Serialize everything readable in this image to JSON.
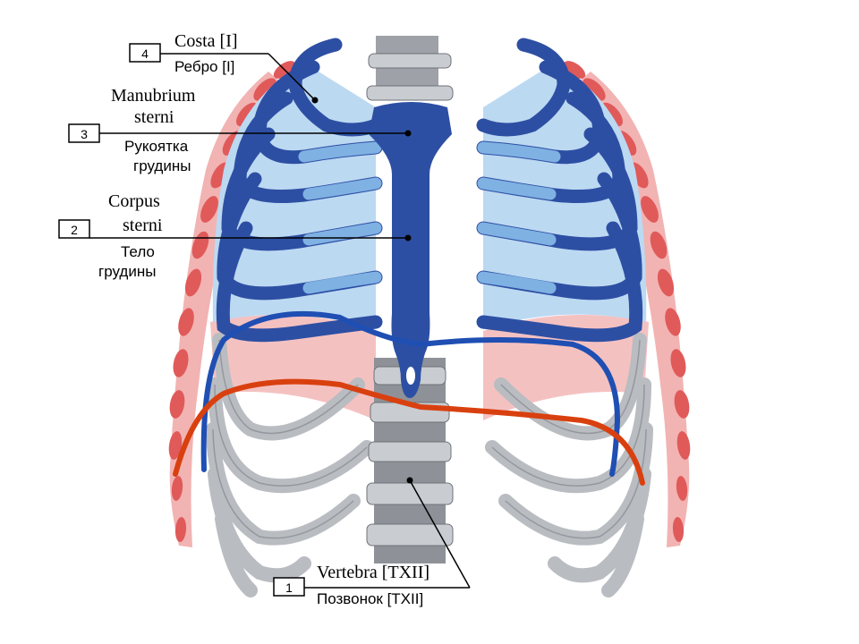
{
  "labels": {
    "costa": {
      "number": "4",
      "latin": "Costa [I]",
      "russian": "Ребро [I]"
    },
    "manubrium": {
      "number": "3",
      "latin1": "Manubrium",
      "latin2": "sterni",
      "russian1": "Рукоятка",
      "russian2": "грудины"
    },
    "corpus": {
      "number": "2",
      "latin1": "Corpus",
      "latin2": "sterni",
      "russian1": "Тело",
      "russian2": "грудины"
    },
    "vertebra": {
      "number": "1",
      "latin": "Vertebra [TXII]",
      "russian": "Позвонок [TXII]"
    }
  },
  "colors": {
    "rib_dark_blue": "#2d4fa3",
    "rib_light_blue": "#bcd9f2",
    "cartilage_blue": "#7fb1e3",
    "rib_grey": "#b9bcc1",
    "muscle_red": "#e05a5a",
    "muscle_pink": "#f2b3b3",
    "line_orange": "#d9400f",
    "line_blue": "#1f4fb3"
  }
}
